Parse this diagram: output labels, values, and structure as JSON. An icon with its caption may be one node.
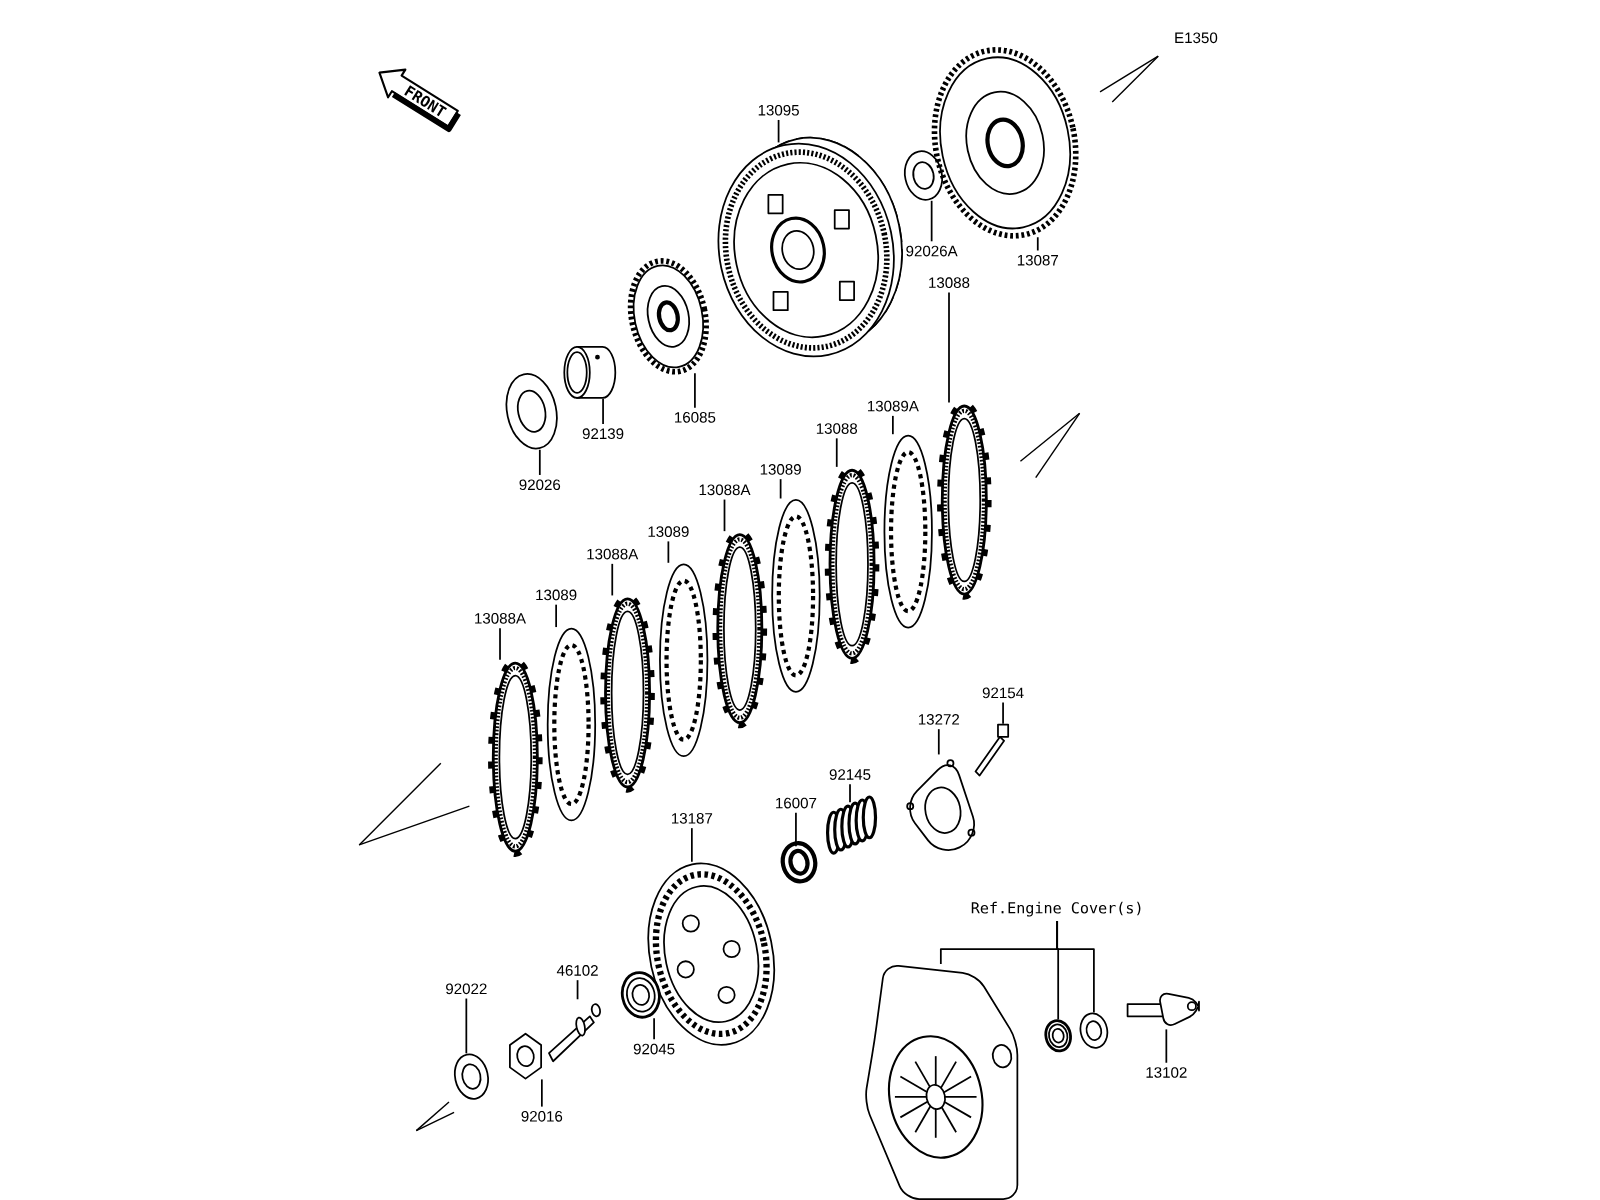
{
  "diagram": {
    "nodes": [
      {
        "text": [
          "13095"
        ]
      },
      {
        "text": [],
        "shape": "picture"
      },
      {
        "text": [
          "92026A"
        ]
      },
      {
        "text": [],
        "shape": "picture"
      },
      {
        "text": [
          "13087"
        ]
      },
      {
        "text": [],
        "shape": "picture"
      },
      {
        "text": [
          "16085"
        ]
      },
      {
        "text": [],
        "shape": "picture"
      },
      {
        "text": [
          "92139"
        ]
      },
      {
        "text": [],
        "shape": "cylinder"
      },
      {
        "text": [
          "92026"
        ]
      },
      {
        "text": [],
        "shape": "picture"
      },
      {
        "text": [
          "13088"
        ]
      },
      {
        "text": [],
        "shape": "picture"
      },
      {
        "text": [
          "13089A"
        ]
      },
      {
        "text": [],
        "shape": "picture"
      },
      {
        "text": [
          "13088"
        ]
      },
      {
        "text": [],
        "shape": "picture"
      },
      {
        "text": [
          "13089"
        ]
      },
      {
        "text": [],
        "shape": "picture"
      },
      {
        "text": [
          "13088A"
        ]
      },
      {
        "text": [],
        "shape": "picture"
      },
      {
        "text": [
          "13089"
        ]
      },
      {
        "text": [],
        "shape": "picture"
      },
      {
        "text": [
          "13088A"
        ]
      },
      {
        "text": [],
        "shape": "picture"
      },
      {
        "text": [
          "13089"
        ]
      },
      {
        "text": [],
        "shape": "picture"
      },
      {
        "text": [
          "13088A"
        ]
      },
      {
        "text": [],
        "shape": "picture"
      },
      {
        "text": [
          "92154"
        ]
      },
      {
        "text": [],
        "shape": "picture"
      },
      {
        "text": [
          "13272"
        ]
      },
      {
        "text": [],
        "shape": "picture"
      },
      {
        "text": [
          "92145"
        ]
      },
      {
        "text": [],
        "shape": "picture"
      },
      {
        "text": [
          "16007"
        ]
      },
      {
        "text": [],
        "shape": "circle"
      },
      {
        "text": [
          "13187"
        ]
      },
      {
        "text": [],
        "shape": "picture"
      },
      {
        "text": [
          "46102"
        ]
      },
      {
        "text": [],
        "shape": "picture"
      },
      {
        "text": [
          "92045"
        ]
      },
      {
        "text": [],
        "shape": "picture"
      },
      {
        "text": [
          "92022"
        ]
      },
      {
        "text": [],
        "shape": "picture"
      },
      {
        "text": [
          "92016"
        ]
      },
      {
        "text": [],
        "shape": "picture"
      },
      {
        "text": [
          "Ref.Engine Cover(s)"
        ]
      },
      {
        "text": [],
        "shape": "picture"
      },
      {
        "text": [],
        "shape": "picture"
      },
      {
        "text": [],
        "shape": "picture"
      },
      {
        "text": [
          "13102"
        ]
      },
      {
        "text": [],
        "shape": "picture"
      }
    ],
    "edges": [
      {
        "from": 0,
        "to": 1,
        "arrow": "none"
      },
      {
        "from": 2,
        "to": 3,
        "arrow": "none"
      },
      {
        "from": 4,
        "to": 5,
        "arrow": "none"
      },
      {
        "from": 6,
        "to": 7,
        "arrow": "none"
      },
      {
        "from": 8,
        "to": 9,
        "arrow": "none"
      },
      {
        "from": 10,
        "to": 11,
        "arrow": "none"
      },
      {
        "from": 12,
        "to": 13,
        "arrow": "none"
      },
      {
        "from": 14,
        "to": 15,
        "arrow": "none"
      },
      {
        "from": 16,
        "to": 17,
        "arrow": "none"
      },
      {
        "from": 18,
        "to": 19,
        "arrow": "none"
      },
      {
        "from": 20,
        "to": 21,
        "arrow": "none"
      },
      {
        "from": 22,
        "to": 23,
        "arrow": "none"
      },
      {
        "from": 24,
        "to": 25,
        "arrow": "none"
      },
      {
        "from": 26,
        "to": 27,
        "arrow": "none"
      },
      {
        "from": 28,
        "to": 29,
        "arrow": "none"
      },
      {
        "from": 30,
        "to": 31,
        "arrow": "none"
      },
      {
        "from": 32,
        "to": 33,
        "arrow": "none"
      },
      {
        "from": 34,
        "to": 35,
        "arrow": "none"
      },
      {
        "from": 36,
        "to": 37,
        "arrow": "none"
      },
      {
        "from": 38,
        "to": 39,
        "arrow": "none"
      },
      {
        "from": 40,
        "to": 41,
        "arrow": "none"
      },
      {
        "from": 42,
        "to": 43,
        "arrow": "none"
      },
      {
        "from": 44,
        "to": 45,
        "arrow": "none"
      },
      {
        "from": 46,
        "to": 47,
        "arrow": "none"
      },
      {
        "from": 48,
        "to": 49,
        "arrow": "none"
      },
      {
        "from": 48,
        "to": 50,
        "arrow": "none"
      },
      {
        "from": 48,
        "to": 51,
        "arrow": "none"
      },
      {
        "from": 52,
        "to": 53,
        "arrow": "none"
      }
    ],
    "labels": [
      "E1350",
      "FRONT"
    ]
  }
}
